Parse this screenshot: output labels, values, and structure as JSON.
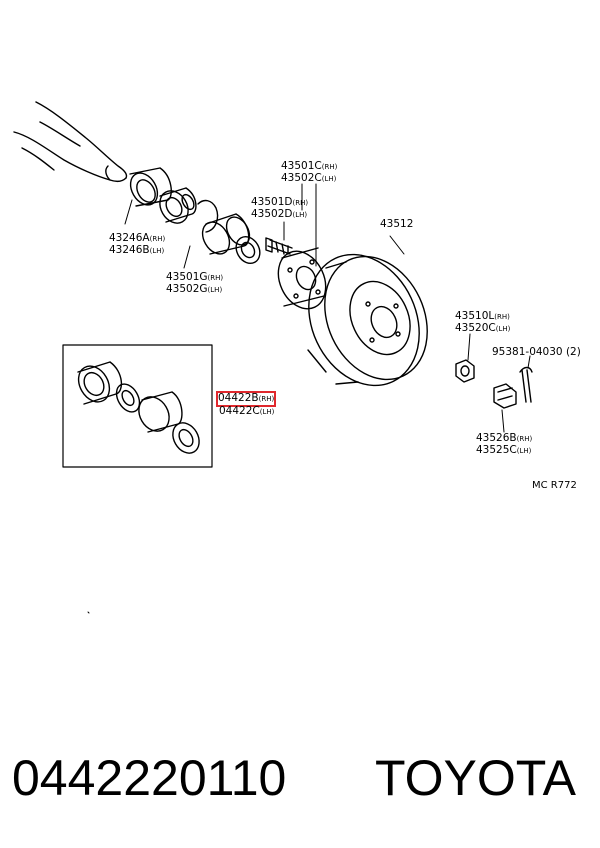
{
  "diagram_code": "MC R772",
  "labels": {
    "l43501": {
      "main": "43501C",
      "sfx": "(RH)"
    },
    "l43502": {
      "main": "43502C",
      "sfx": "(LH)"
    },
    "l43501d": {
      "main": "43501D",
      "sfx": "(RH)"
    },
    "l43502d": {
      "main": "43502D",
      "sfx": "(LH)"
    },
    "l43512": {
      "main": "43512",
      "sfx": ""
    },
    "l43246a": {
      "main": "43246A",
      "sfx": "(RH)"
    },
    "l43246b": {
      "main": "43246B",
      "sfx": "(LH)"
    },
    "l43501g": {
      "main": "43501G",
      "sfx": "(RH)"
    },
    "l43502g": {
      "main": "43502G",
      "sfx": "(LH)"
    },
    "l43510l": {
      "main": "43510L",
      "sfx": "(RH)"
    },
    "l43520c": {
      "main": "43520C",
      "sfx": "(LH)"
    },
    "l95381": {
      "main": "95381-04030",
      "sfx": "(2)"
    },
    "l04422b": {
      "main": "04422B",
      "sfx": "(RH)"
    },
    "l04422c": {
      "main": "04422C",
      "sfx": "(LH)"
    },
    "l43526b": {
      "main": "43526B",
      "sfx": "(RH)"
    },
    "l43525c": {
      "main": "43525C",
      "sfx": "(LH)"
    }
  },
  "footer": {
    "part_number": "0442220110",
    "brand": "TOYOTA"
  },
  "highlight_color": "#e0282d"
}
